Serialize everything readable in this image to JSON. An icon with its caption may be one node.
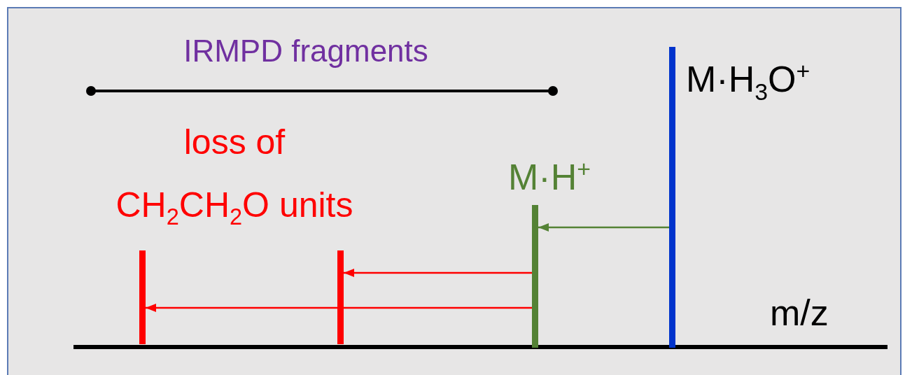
{
  "diagram": {
    "nodes": [
      {
        "text": [],
        "shape": "bar",
        "beside": [
          "M·H$_{3}$O$^{+}$"
        ]
      },
      {
        "text": [],
        "shape": "bar",
        "beside": [
          "M·H$^{+}$"
        ]
      },
      {
        "text": [],
        "shape": "bar"
      },
      {
        "text": [],
        "shape": "bar"
      }
    ],
    "edges": [
      {
        "from": 0,
        "to": 1,
        "arrow": "to",
        "color": "#548235"
      },
      {
        "from": 1,
        "to": 3,
        "arrow": "to"
      },
      {
        "from": 1,
        "to": 2,
        "arrow": "to"
      }
    ],
    "labels": [
      "IRMPD fragments",
      "loss of CH$_{2}$CH$_{2}$O units",
      "m/z"
    ]
  }
}
